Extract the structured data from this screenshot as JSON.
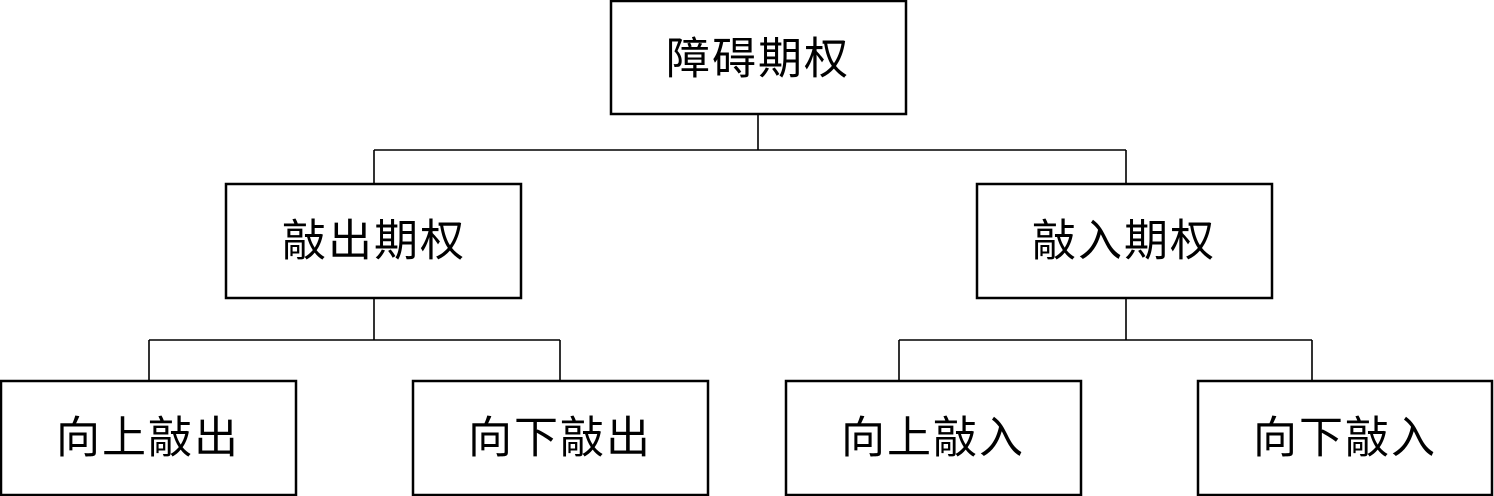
{
  "diagram": {
    "root": {
      "label": "障碍期权"
    },
    "knock_out": {
      "label": "敲出期权"
    },
    "knock_in": {
      "label": "敲入期权"
    },
    "up_and_out": {
      "label": "向上敲出"
    },
    "down_and_out": {
      "label": "向下敲出"
    },
    "up_and_in": {
      "label": "向上敲入"
    },
    "down_and_in": {
      "label": "向下敲入"
    }
  }
}
